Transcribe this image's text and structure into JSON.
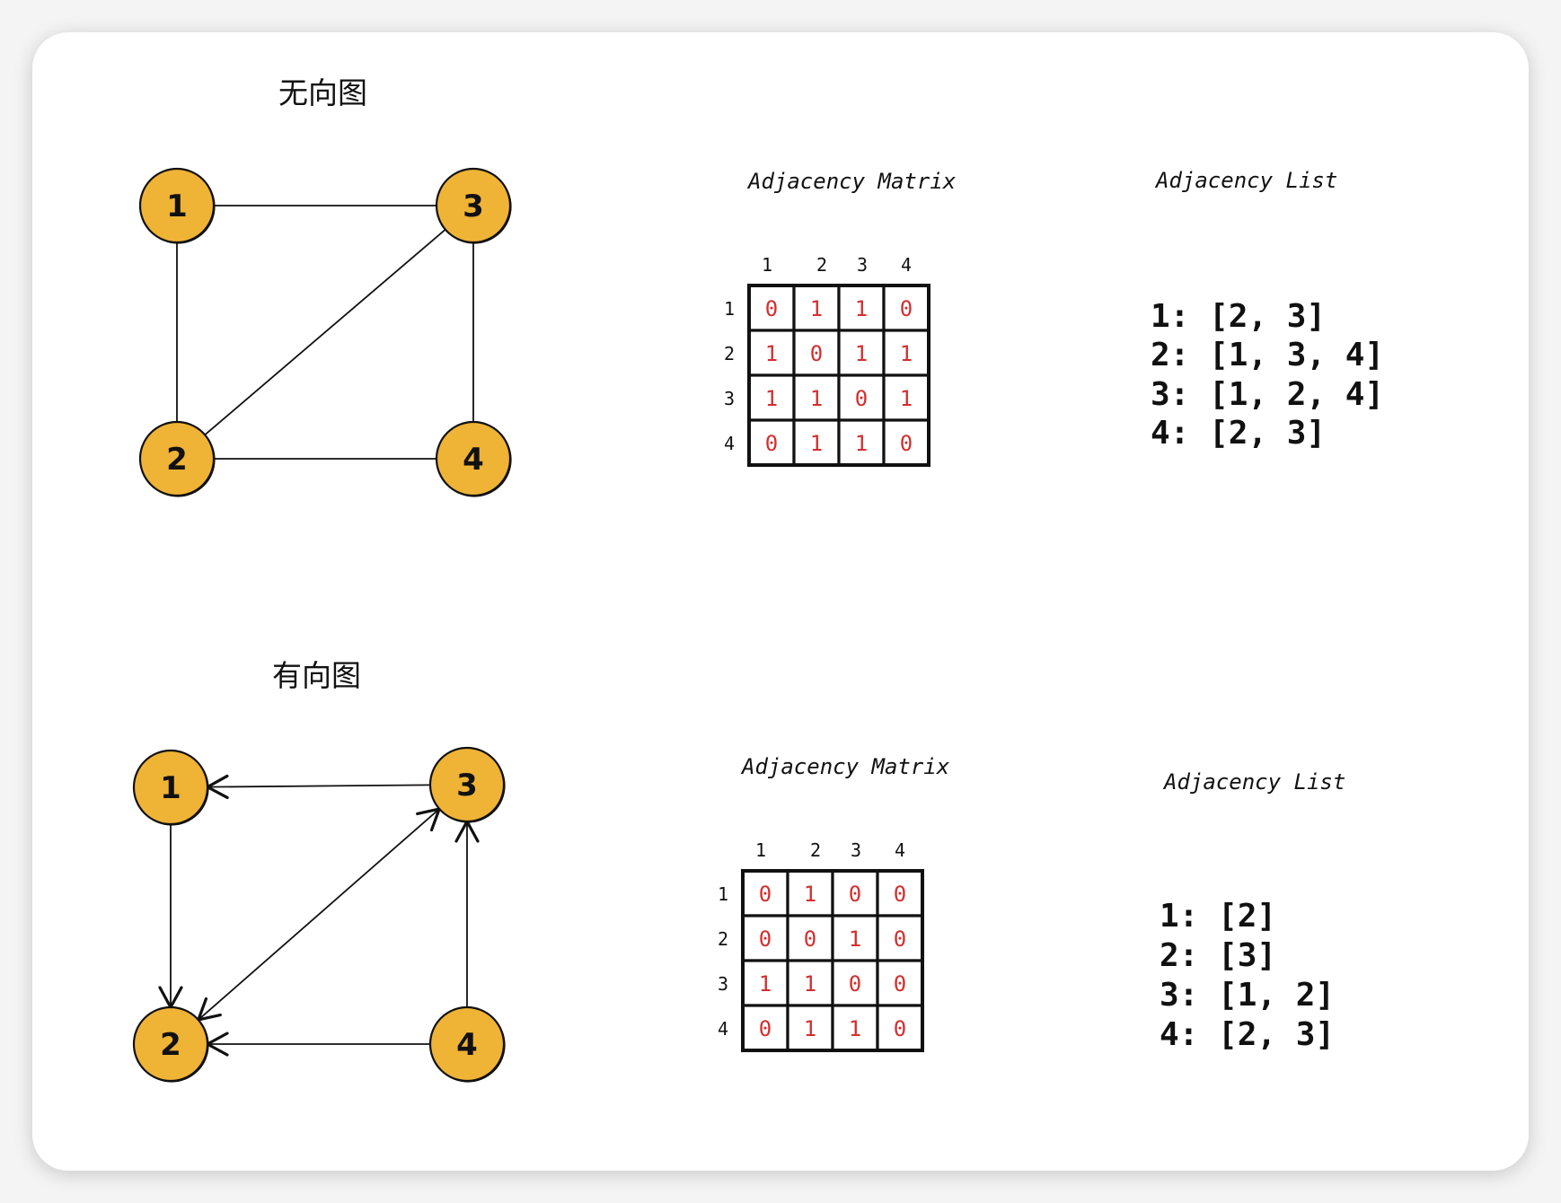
{
  "colors": {
    "node_fill": "#efb336",
    "stroke": "#111111",
    "cell_value": "#d32f2f"
  },
  "undirected": {
    "title": "无向图",
    "nodes": [
      {
        "id": "1",
        "label": "1"
      },
      {
        "id": "2",
        "label": "2"
      },
      {
        "id": "3",
        "label": "3"
      },
      {
        "id": "4",
        "label": "4"
      }
    ],
    "edges": [
      [
        "1",
        "3"
      ],
      [
        "1",
        "2"
      ],
      [
        "2",
        "3"
      ],
      [
        "3",
        "4"
      ],
      [
        "2",
        "4"
      ]
    ],
    "matrix": {
      "title": "Adjacency Matrix",
      "col_labels": [
        "1",
        "2",
        "3",
        "4"
      ],
      "row_labels": [
        "1",
        "2",
        "3",
        "4"
      ],
      "values": [
        [
          "0",
          "1",
          "1",
          "0"
        ],
        [
          "1",
          "0",
          "1",
          "1"
        ],
        [
          "1",
          "1",
          "0",
          "1"
        ],
        [
          "0",
          "1",
          "1",
          "0"
        ]
      ]
    },
    "list": {
      "title": "Adjacency List",
      "lines": [
        "1:  [2, 3]",
        "2: [1, 3, 4]",
        "3: [1, 2, 4]",
        "4: [2, 3]"
      ]
    }
  },
  "directed": {
    "title": "有向图",
    "nodes": [
      {
        "id": "1",
        "label": "1"
      },
      {
        "id": "2",
        "label": "2"
      },
      {
        "id": "3",
        "label": "3"
      },
      {
        "id": "4",
        "label": "4"
      }
    ],
    "edges": [
      {
        "from": "3",
        "to": "1",
        "bidirectional": false
      },
      {
        "from": "1",
        "to": "2",
        "bidirectional": false
      },
      {
        "from": "2",
        "to": "3",
        "bidirectional": true
      },
      {
        "from": "4",
        "to": "3",
        "bidirectional": false
      },
      {
        "from": "4",
        "to": "2",
        "bidirectional": false
      }
    ],
    "matrix": {
      "title": "Adjacency Matrix",
      "col_labels": [
        "1",
        "2",
        "3",
        "4"
      ],
      "row_labels": [
        "1",
        "2",
        "3",
        "4"
      ],
      "values": [
        [
          "0",
          "1",
          "0",
          "0"
        ],
        [
          "0",
          "0",
          "1",
          "0"
        ],
        [
          "1",
          "1",
          "0",
          "0"
        ],
        [
          "0",
          "1",
          "1",
          "0"
        ]
      ]
    },
    "list": {
      "title": "Adjacency List",
      "lines": [
        "1:  [2]",
        "2: [3]",
        "3: [1, 2]",
        "4: [2, 3]"
      ]
    }
  }
}
